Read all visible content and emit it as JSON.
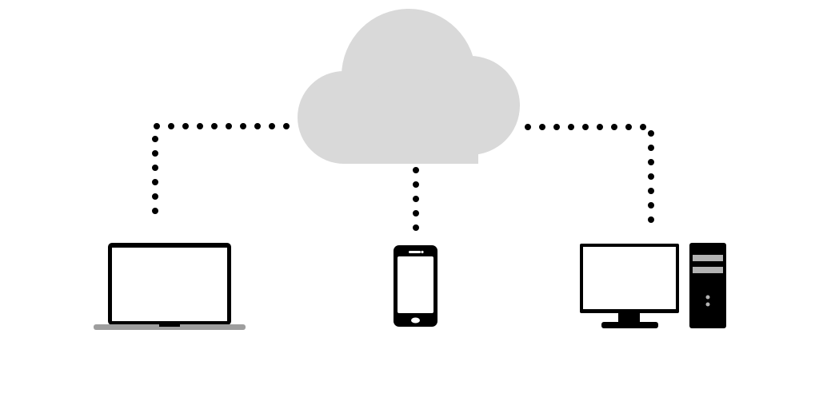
{
  "diagram": {
    "colors": {
      "background": "#ffffff",
      "cloud": "#d9d9d9",
      "connector": "#000000",
      "device": "#000000",
      "screen": "#ffffff",
      "laptop_base": "#9e9e9e",
      "tower_bay": "#b3b3b3"
    },
    "nodes": [
      {
        "id": "cloud",
        "icon": "cloud-icon"
      },
      {
        "id": "laptop",
        "icon": "laptop-icon"
      },
      {
        "id": "smartphone",
        "icon": "smartphone-icon"
      },
      {
        "id": "desktop",
        "icon": "desktop-computer-icon"
      }
    ],
    "connections": [
      {
        "from": "cloud",
        "to": "laptop",
        "style": "dotted"
      },
      {
        "from": "cloud",
        "to": "smartphone",
        "style": "dotted"
      },
      {
        "from": "cloud",
        "to": "desktop",
        "style": "dotted"
      }
    ]
  }
}
